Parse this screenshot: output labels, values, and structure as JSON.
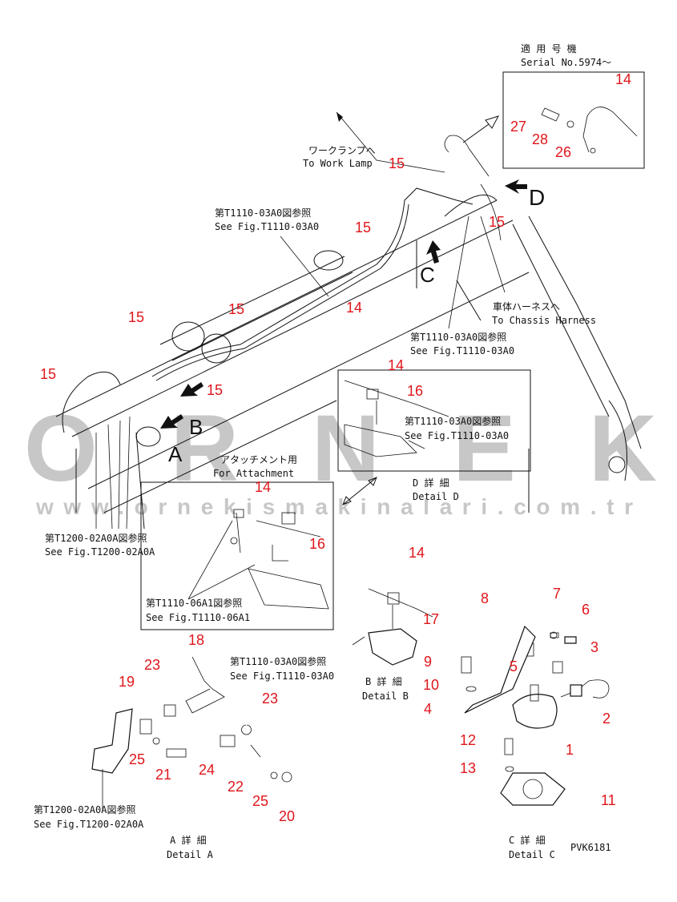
{
  "serial": {
    "jp": "適 用 号 機",
    "en": "Serial No.5974〜"
  },
  "notes": {
    "work_lamp_jp": "ワークランプへ",
    "work_lamp_en": "To Work Lamp",
    "chassis_jp": "車体ハーネスへ",
    "chassis_en": "To Chassis Harness",
    "ref1_jp": "第T1110-03A0図参照",
    "ref1_en": "See Fig.T1110-03A0",
    "ref2_jp": "第T1110-03A0図参照",
    "ref2_en": "See Fig.T1110-03A0",
    "ref3_jp": "第T1200-02A0A図参照",
    "ref3_en": "See Fig.T1200-02A0A",
    "attach_jp": "アタッチメント用",
    "attach_en": "For Attachment",
    "ref4_jp": "第T1110-06A1図参照",
    "ref4_en": "See Fig.T1110-06A1",
    "ref5_jp": "第T1110-03A0図参照",
    "ref5_en": "See Fig.T1110-03A0",
    "ref6_jp": "第T1110-03A0図参照",
    "ref6_en": "See Fig.T1110-03A0",
    "ref7_jp": "第T1200-02A0A図参照",
    "ref7_en": "See Fig.T1200-02A0A"
  },
  "views": {
    "a": "A",
    "b": "B",
    "c": "C",
    "d": "D"
  },
  "details": {
    "a_jp": "A 詳 細",
    "a_en": "Detail A",
    "b_jp": "B 詳 細",
    "b_en": "Detail B",
    "c_jp": "C 詳 細",
    "c_en": "Detail C",
    "d_jp": "D 詳 細",
    "d_en": "Detail D"
  },
  "code": "PVK6181",
  "watermark": {
    "brand": "ORNEK",
    "url": "www.ornekismakinalari.com.tr"
  },
  "callouts": {
    "n14a": "14",
    "n27": "27",
    "n28": "28",
    "n26": "26",
    "n15a": "15",
    "n15b": "15",
    "n15c": "15",
    "n15d": "15",
    "n15e": "15",
    "n15f": "15",
    "n15g": "15",
    "n14b": "14",
    "n14c": "14",
    "n16a": "16",
    "n14d": "14",
    "n16b": "16",
    "n14e": "14",
    "n17": "17",
    "n18": "18",
    "n8": "8",
    "n7": "7",
    "n6": "6",
    "n3": "3",
    "n5": "5",
    "n9": "9",
    "n10": "10",
    "n4": "4",
    "n2": "2",
    "n1": "1",
    "n12": "12",
    "n13": "13",
    "n11": "11",
    "n23a": "23",
    "n19": "19",
    "n23b": "23",
    "n25a": "25",
    "n21": "21",
    "n24": "24",
    "n22": "22",
    "n25b": "25",
    "n20": "20"
  }
}
